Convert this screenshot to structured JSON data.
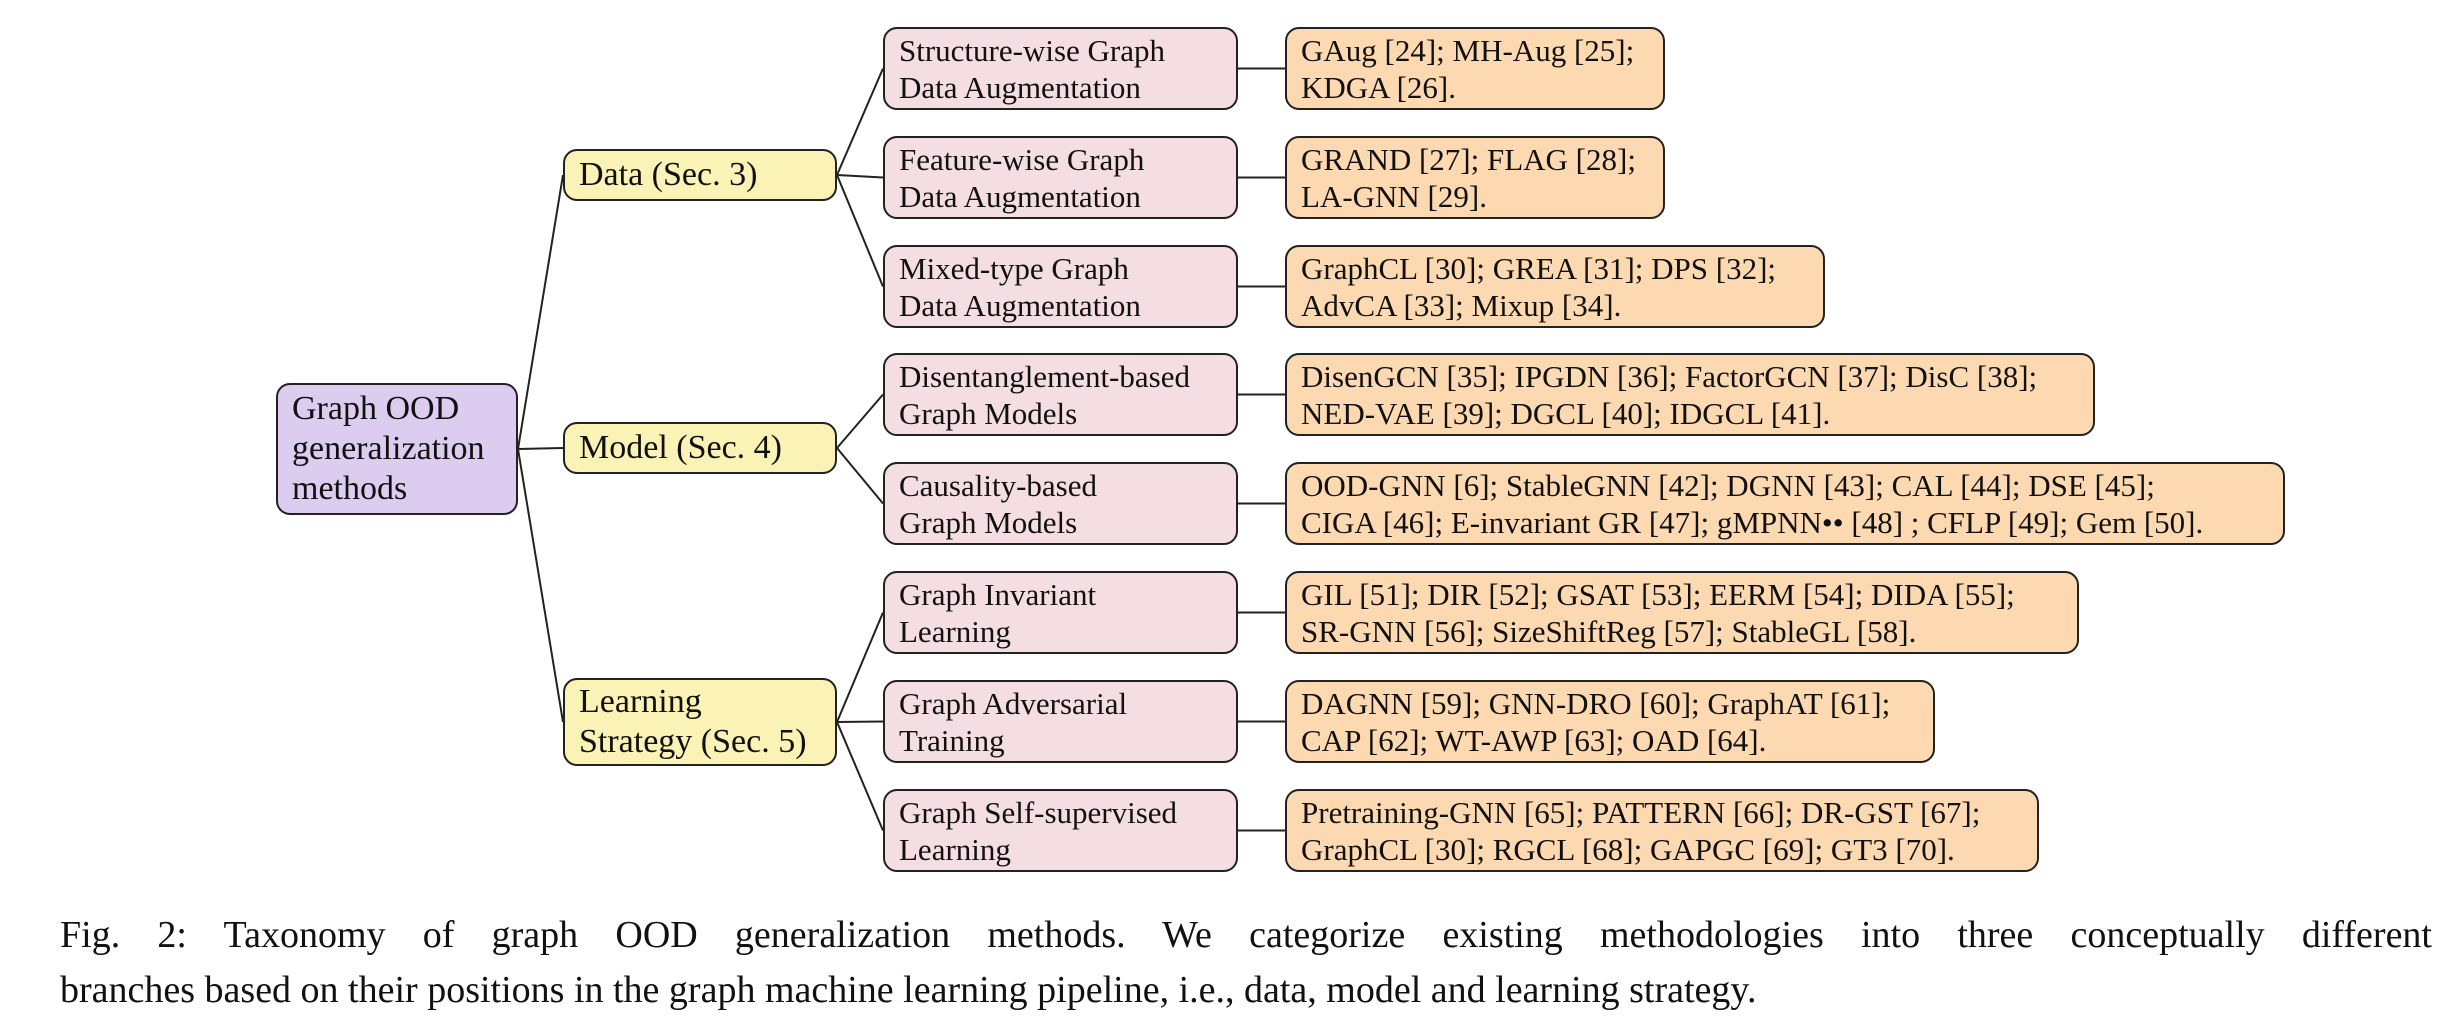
{
  "taxonomy": {
    "root": "Graph OOD\ngeneralization\nmethods",
    "categories": [
      {
        "label": "Data (Sec. 3)",
        "subs": [
          {
            "label": "Structure-wise Graph\nData Augmentation",
            "methods": "GAug [24]; MH-Aug [25];\nKDGA [26]."
          },
          {
            "label": "Feature-wise Graph\nData Augmentation",
            "methods": "GRAND [27]; FLAG [28];\nLA-GNN [29]."
          },
          {
            "label": "Mixed-type Graph\nData Augmentation",
            "methods": "GraphCL [30]; GREA [31]; DPS [32];\nAdvCA [33]; Mixup [34]."
          }
        ]
      },
      {
        "label": "Model (Sec. 4)",
        "subs": [
          {
            "label": "Disentanglement-based\nGraph Models",
            "methods": "DisenGCN [35]; IPGDN [36]; FactorGCN [37]; DisC [38];\nNED-VAE [39]; DGCL [40]; IDGCL [41]."
          },
          {
            "label": "Causality-based\nGraph Models",
            "methods": "OOD-GNN [6]; StableGNN [42]; DGNN [43]; CAL [44]; DSE [45];\nCIGA [46]; E-invariant GR [47]; gMPNN•• [48] ; CFLP [49]; Gem [50]."
          }
        ]
      },
      {
        "label": "Learning\nStrategy (Sec. 5)",
        "subs": [
          {
            "label": "Graph Invariant\nLearning",
            "methods": "GIL [51]; DIR [52]; GSAT [53]; EERM [54]; DIDA [55];\nSR-GNN [56]; SizeShiftReg [57]; StableGL [58]."
          },
          {
            "label": "Graph Adversarial\nTraining",
            "methods": "DAGNN [59]; GNN-DRO [60]; GraphAT [61];\nCAP [62]; WT-AWP [63]; OAD [64]."
          },
          {
            "label": "Graph Self-supervised\nLearning",
            "methods": "Pretraining-GNN [65]; PATTERN [66]; DR-GST [67];\nGraphCL [30]; RGCL [68]; GAPGC [69]; GT3 [70]."
          }
        ]
      }
    ]
  },
  "caption": {
    "line1": "Fig. 2: Taxonomy of graph OOD generalization methods. We categorize existing methodologies into three conceptually different",
    "line2": "branches based on their positions in the graph machine learning pipeline, i.e., data, model and learning strategy."
  },
  "colors": {
    "root": "#dccdf0",
    "category": "#fbf2b5",
    "subcategory": "#f4dde3",
    "methods": "#fcd9b0",
    "line": "#222222"
  }
}
